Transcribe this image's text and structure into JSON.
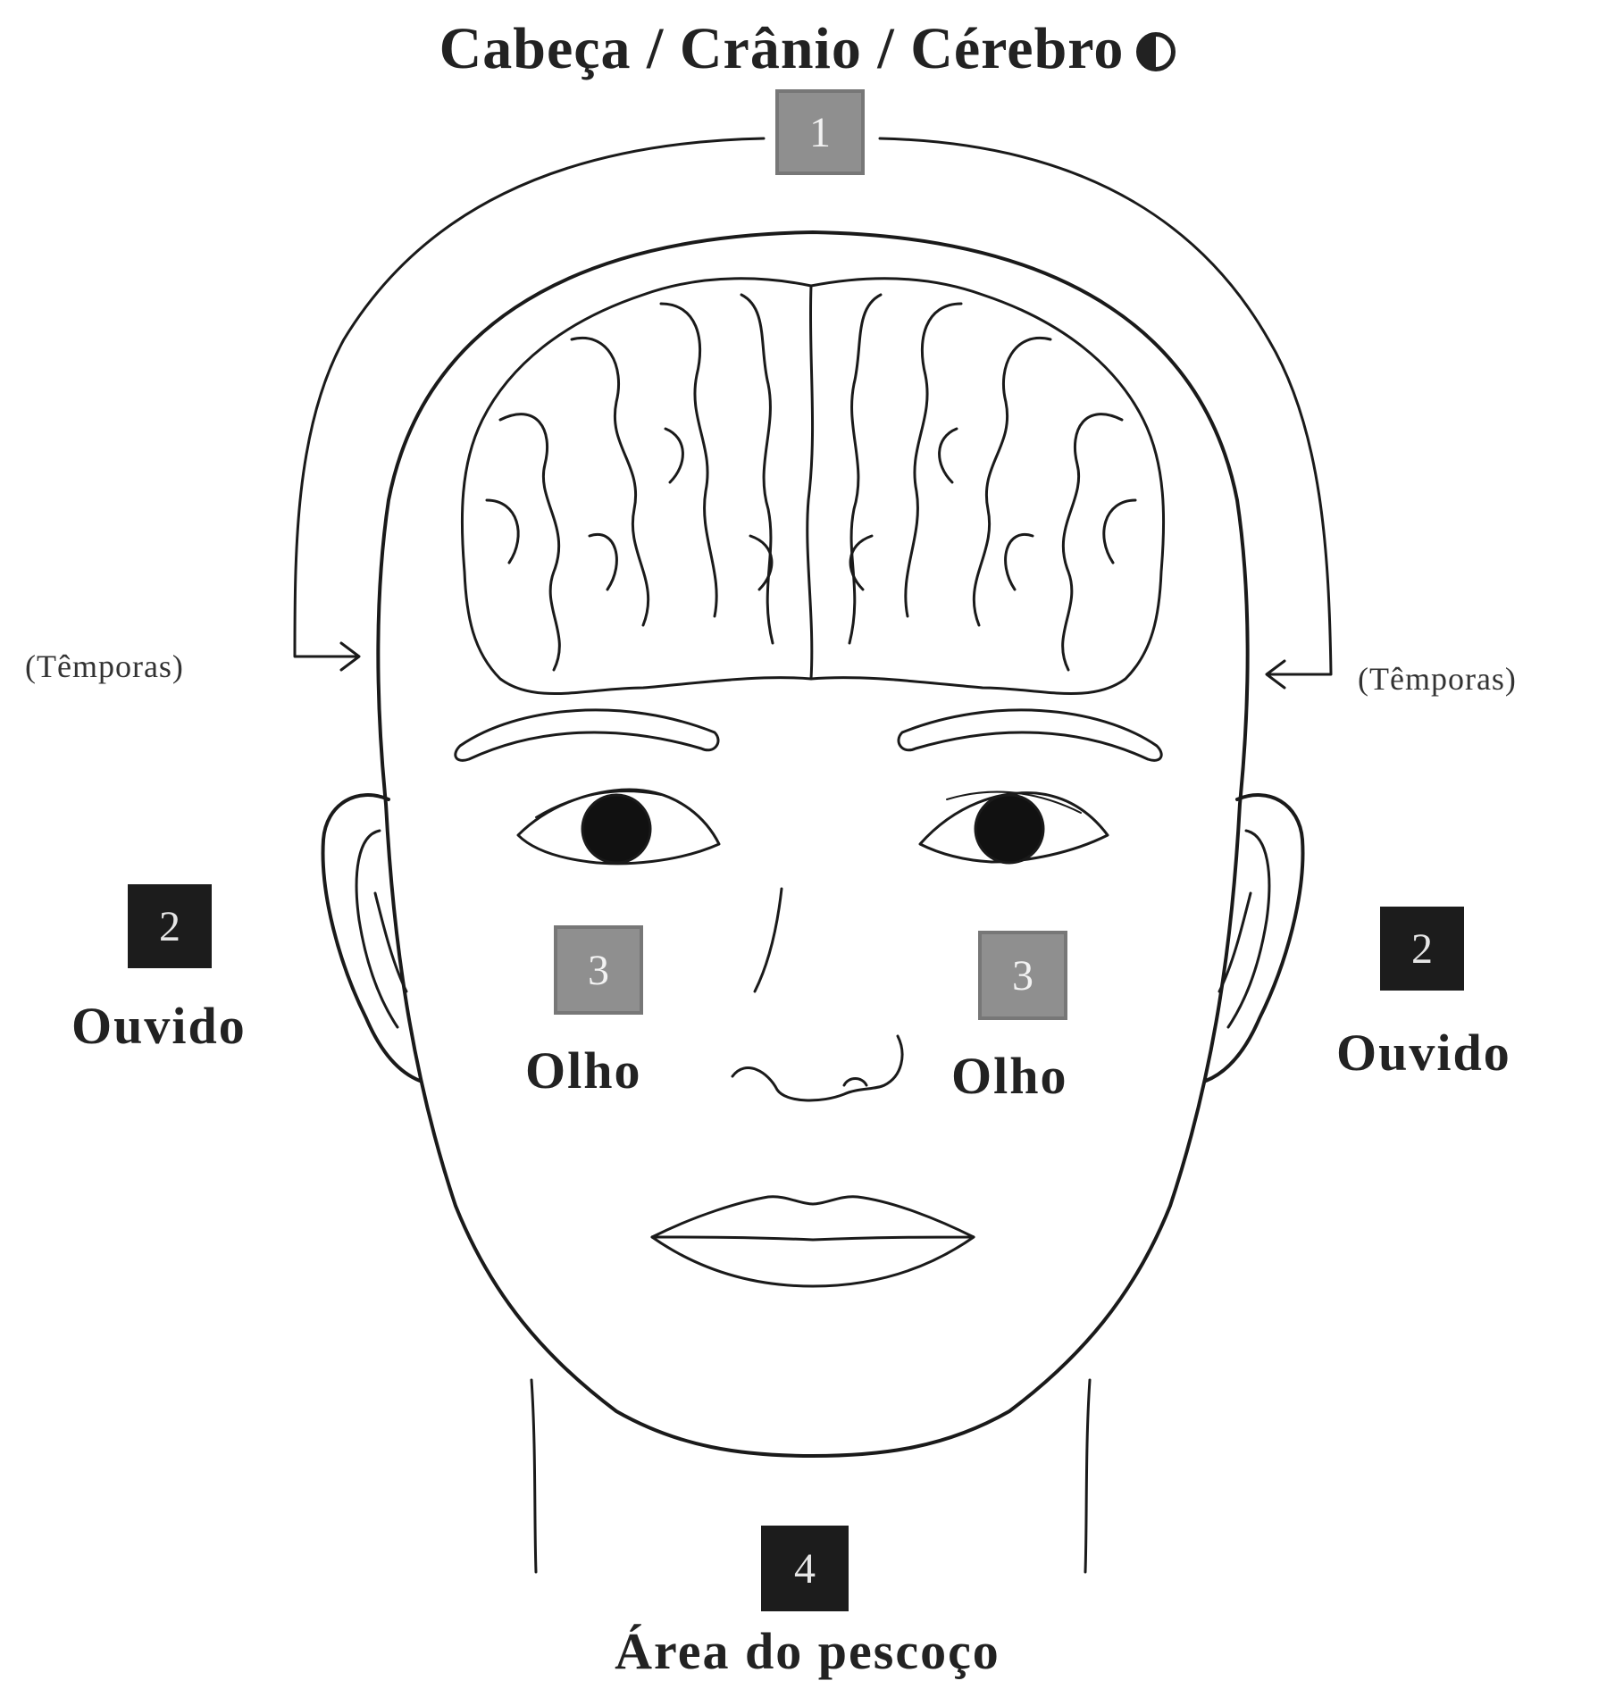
{
  "title": "Cabeça / Crânio / Cérebro",
  "title_icon": "moon-half-icon",
  "temples": {
    "left": "(Têmporas)",
    "right": "(Têmporas)"
  },
  "regions": {
    "head": {
      "number": "1",
      "color": "#8f8f8f"
    },
    "ear_left": {
      "number": "2",
      "label": "Ouvido",
      "color": "#1c1c1c"
    },
    "ear_right": {
      "number": "2",
      "label": "Ouvido",
      "color": "#1c1c1c"
    },
    "eye_left": {
      "number": "3",
      "label": "Olho",
      "color": "#8f8f8f"
    },
    "eye_right": {
      "number": "3",
      "label": "Olho",
      "color": "#8f8f8f"
    },
    "neck": {
      "number": "4",
      "label": "Área do pescoço",
      "color": "#1c1c1c"
    }
  }
}
